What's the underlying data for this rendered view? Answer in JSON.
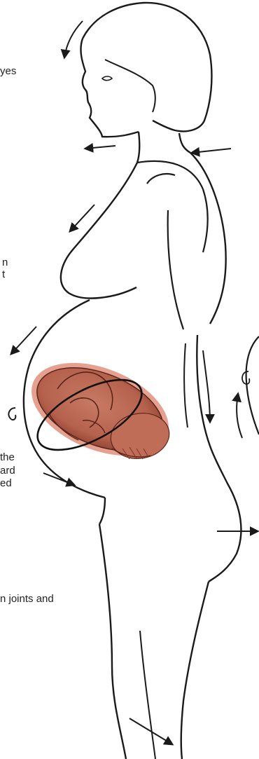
{
  "labels": {
    "eyes": "yes",
    "a": "n",
    "b": "t",
    "c1": "the",
    "c2": "ard",
    "c3": "ed",
    "d": "n joints and"
  },
  "colors": {
    "outline": "#1a1a1a",
    "fetus_fill": "#b5614d",
    "fetus_halo": "#e6a08f",
    "fetus_shadow": "#7d3526"
  }
}
